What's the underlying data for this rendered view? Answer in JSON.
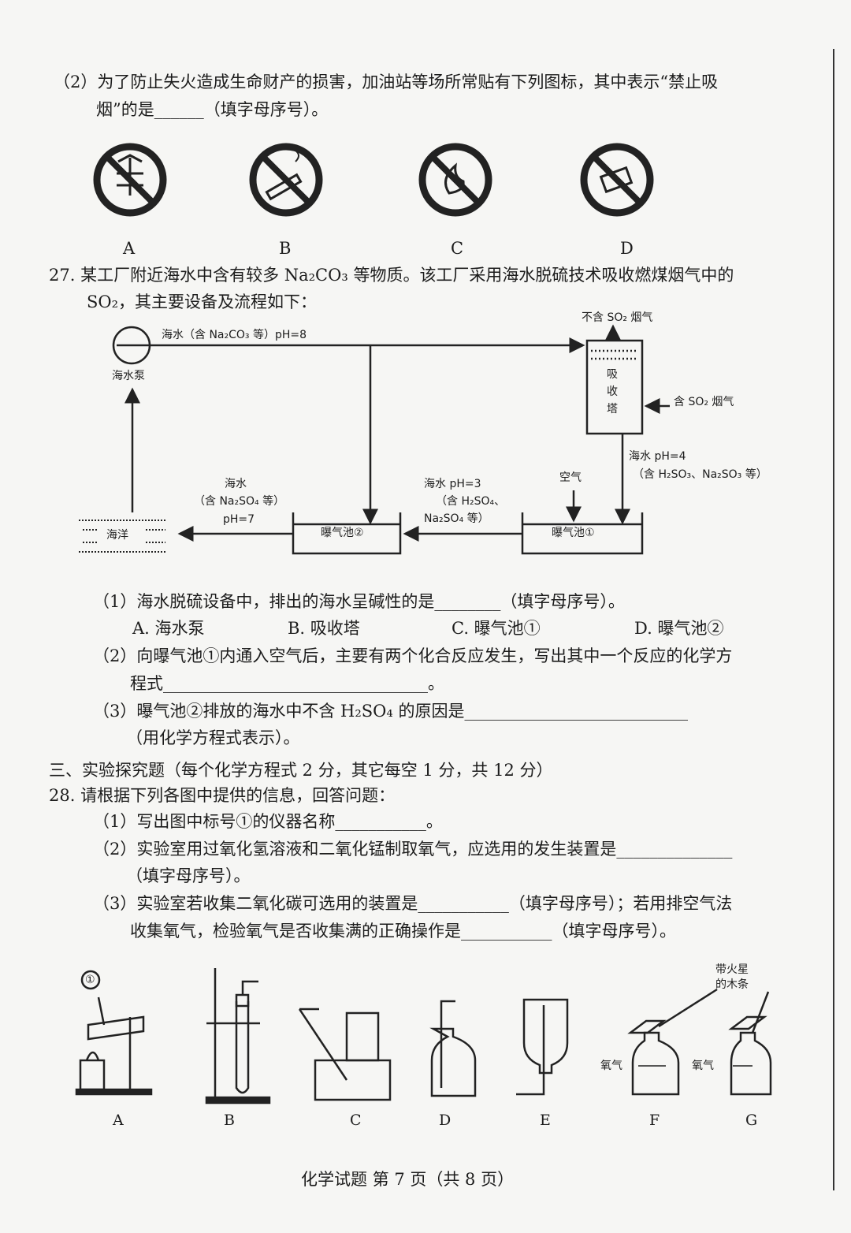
{
  "q26_2": {
    "line1": "（2）为了防止失火造成生命财产的损害，加油站等场所常贴有下列图标，其中表示“禁止吸",
    "line2": "烟”的是______（填字母序号）。",
    "sign_labels": [
      "A",
      "B",
      "C",
      "D"
    ]
  },
  "q27": {
    "line1": "27.  某工厂附近海水中含有较多 Na₂CO₃ 等物质。该工厂采用海水脱硫技术吸收燃煤烟气中的",
    "line2": "SO₂，其主要设备及流程如下：",
    "diagram": {
      "seawater_in": "海水（含 Na₂CO₃ 等）pH=8",
      "pump": "海水泵",
      "clean_gas": "不含 SO₂ 烟气",
      "tower": [
        "吸",
        "收",
        "塔"
      ],
      "flue_gas": "含 SO₂ 烟气",
      "out_tower_1": "海水   pH=4",
      "out_tower_2": "（含 H₂SO₃、Na₂SO₃ 等）",
      "air": "空气",
      "pool1": "曝气池①",
      "pool2": "曝气池②",
      "mid_1": "海水   pH=3",
      "mid_2": "（含 H₂SO₄、",
      "mid_3": "Na₂SO₄ 等）",
      "out_1": "海水",
      "out_2": "（含 Na₂SO₄ 等）",
      "out_3": "pH=7",
      "ocean": "海洋"
    },
    "sub1": "（1）海水脱硫设备中，排出的海水呈碱性的是________（填字母序号）。",
    "options": [
      "A.  海水泵",
      "B.  吸收塔",
      "C.  曝气池①",
      "D.  曝气池②"
    ],
    "sub2_1": "（2）向曝气池①内通入空气后，主要有两个化合反应发生，写出其中一个反应的化学方",
    "sub2_2": "程式________________________________。",
    "sub3_1": "（3）曝气池②排放的海水中不含 H₂SO₄ 的原因是___________________________",
    "sub3_2": "（用化学方程式表示）。"
  },
  "section3": "三、实验探究题（每个化学方程式 2 分，其它每空 1 分，共 12 分）",
  "q28": {
    "line1": "28.  请根据下列各图中提供的信息，回答问题：",
    "sub1": "（1）写出图中标号①的仪器名称___________。",
    "sub2_1": "（2）实验室用过氧化氢溶液和二氧化锰制取氧气，应选用的发生装置是______________",
    "sub2_2": "（填字母序号）。",
    "sub3_1": "（3）实验室若收集二氧化碳可选用的装置是___________（填字母序号）；若用排空气法",
    "sub3_2": "收集氧气，检验氧气是否收集满的正确操作是___________（填字母序号）。",
    "marker": "①",
    "stick_label_1": "带火星",
    "stick_label_2": "的木条",
    "oxygen": "氧气",
    "apparatus_labels": [
      "A",
      "B",
      "C",
      "D",
      "E",
      "F",
      "G"
    ]
  },
  "footer": "化学试题   第 7 页（共 8 页）"
}
